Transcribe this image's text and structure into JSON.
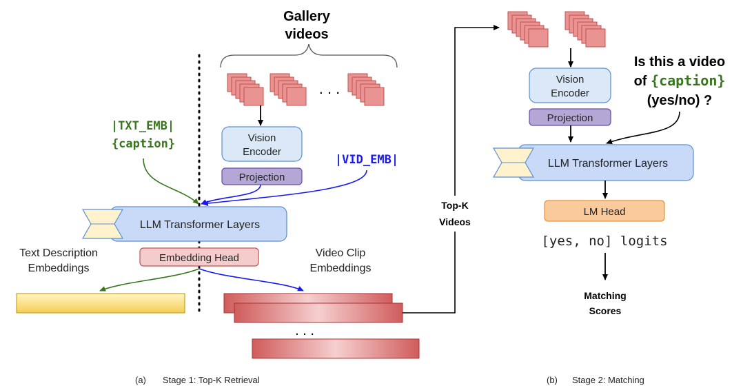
{
  "stage1": {
    "gallery_title_line1": "Gallery",
    "gallery_title_line2": "videos",
    "gallery_ellipsis": ". . .",
    "vision_encoder_line1": "Vision",
    "vision_encoder_line2": "Encoder",
    "projection": "Projection",
    "vid_emb": "|VID_EMB|",
    "txt_emb": "|TXT_EMB|",
    "caption": "{caption}",
    "llm_layers": "LLM Transformer Layers",
    "embedding_head": "Embedding  Head",
    "text_desc_line1": "Text Description",
    "text_desc_line2": "Embeddings",
    "clip_emb_line1": "Video Clip",
    "clip_emb_line2": "Embeddings",
    "bars_ellipsis": ". . .",
    "caption_label_prefix": "(a)",
    "caption_label": "Stage 1: Top-K Retrieval"
  },
  "connector": {
    "topk_line1": "Top-K",
    "topk_line2": "Videos"
  },
  "stage2": {
    "vision_encoder_line1": "Vision",
    "vision_encoder_line2": "Encoder",
    "projection": "Projection",
    "question_line1": "Is this a video",
    "question_of": "of ",
    "question_caption": "{caption}",
    "question_line3": "(yes/no) ?",
    "llm_layers": "LLM Transformer Layers",
    "lm_head": "LM Head",
    "logits": "[yes, no] logits",
    "scores_line1": "Matching",
    "scores_line2": "Scores",
    "caption_label_prefix": "(b)",
    "caption_label": "Stage 2: Matching"
  },
  "colors": {
    "frame_fill": "#ea9393",
    "frame_stroke": "#c0504d",
    "encoder_fill": "#dbe8f7",
    "encoder_stroke": "#5b8fd1",
    "projection_fill": "#b4a7d6",
    "projection_stroke": "#674ea7",
    "llm_fill": "#c9daf8",
    "llm_stroke": "#5b8fd1",
    "embhead_fill": "#f4cccc",
    "embhead_stroke": "#c0504d",
    "lmhead_fill": "#f9cb9c",
    "lmhead_stroke": "#e69138",
    "green": "#38761d",
    "blue": "#1a1aee"
  }
}
